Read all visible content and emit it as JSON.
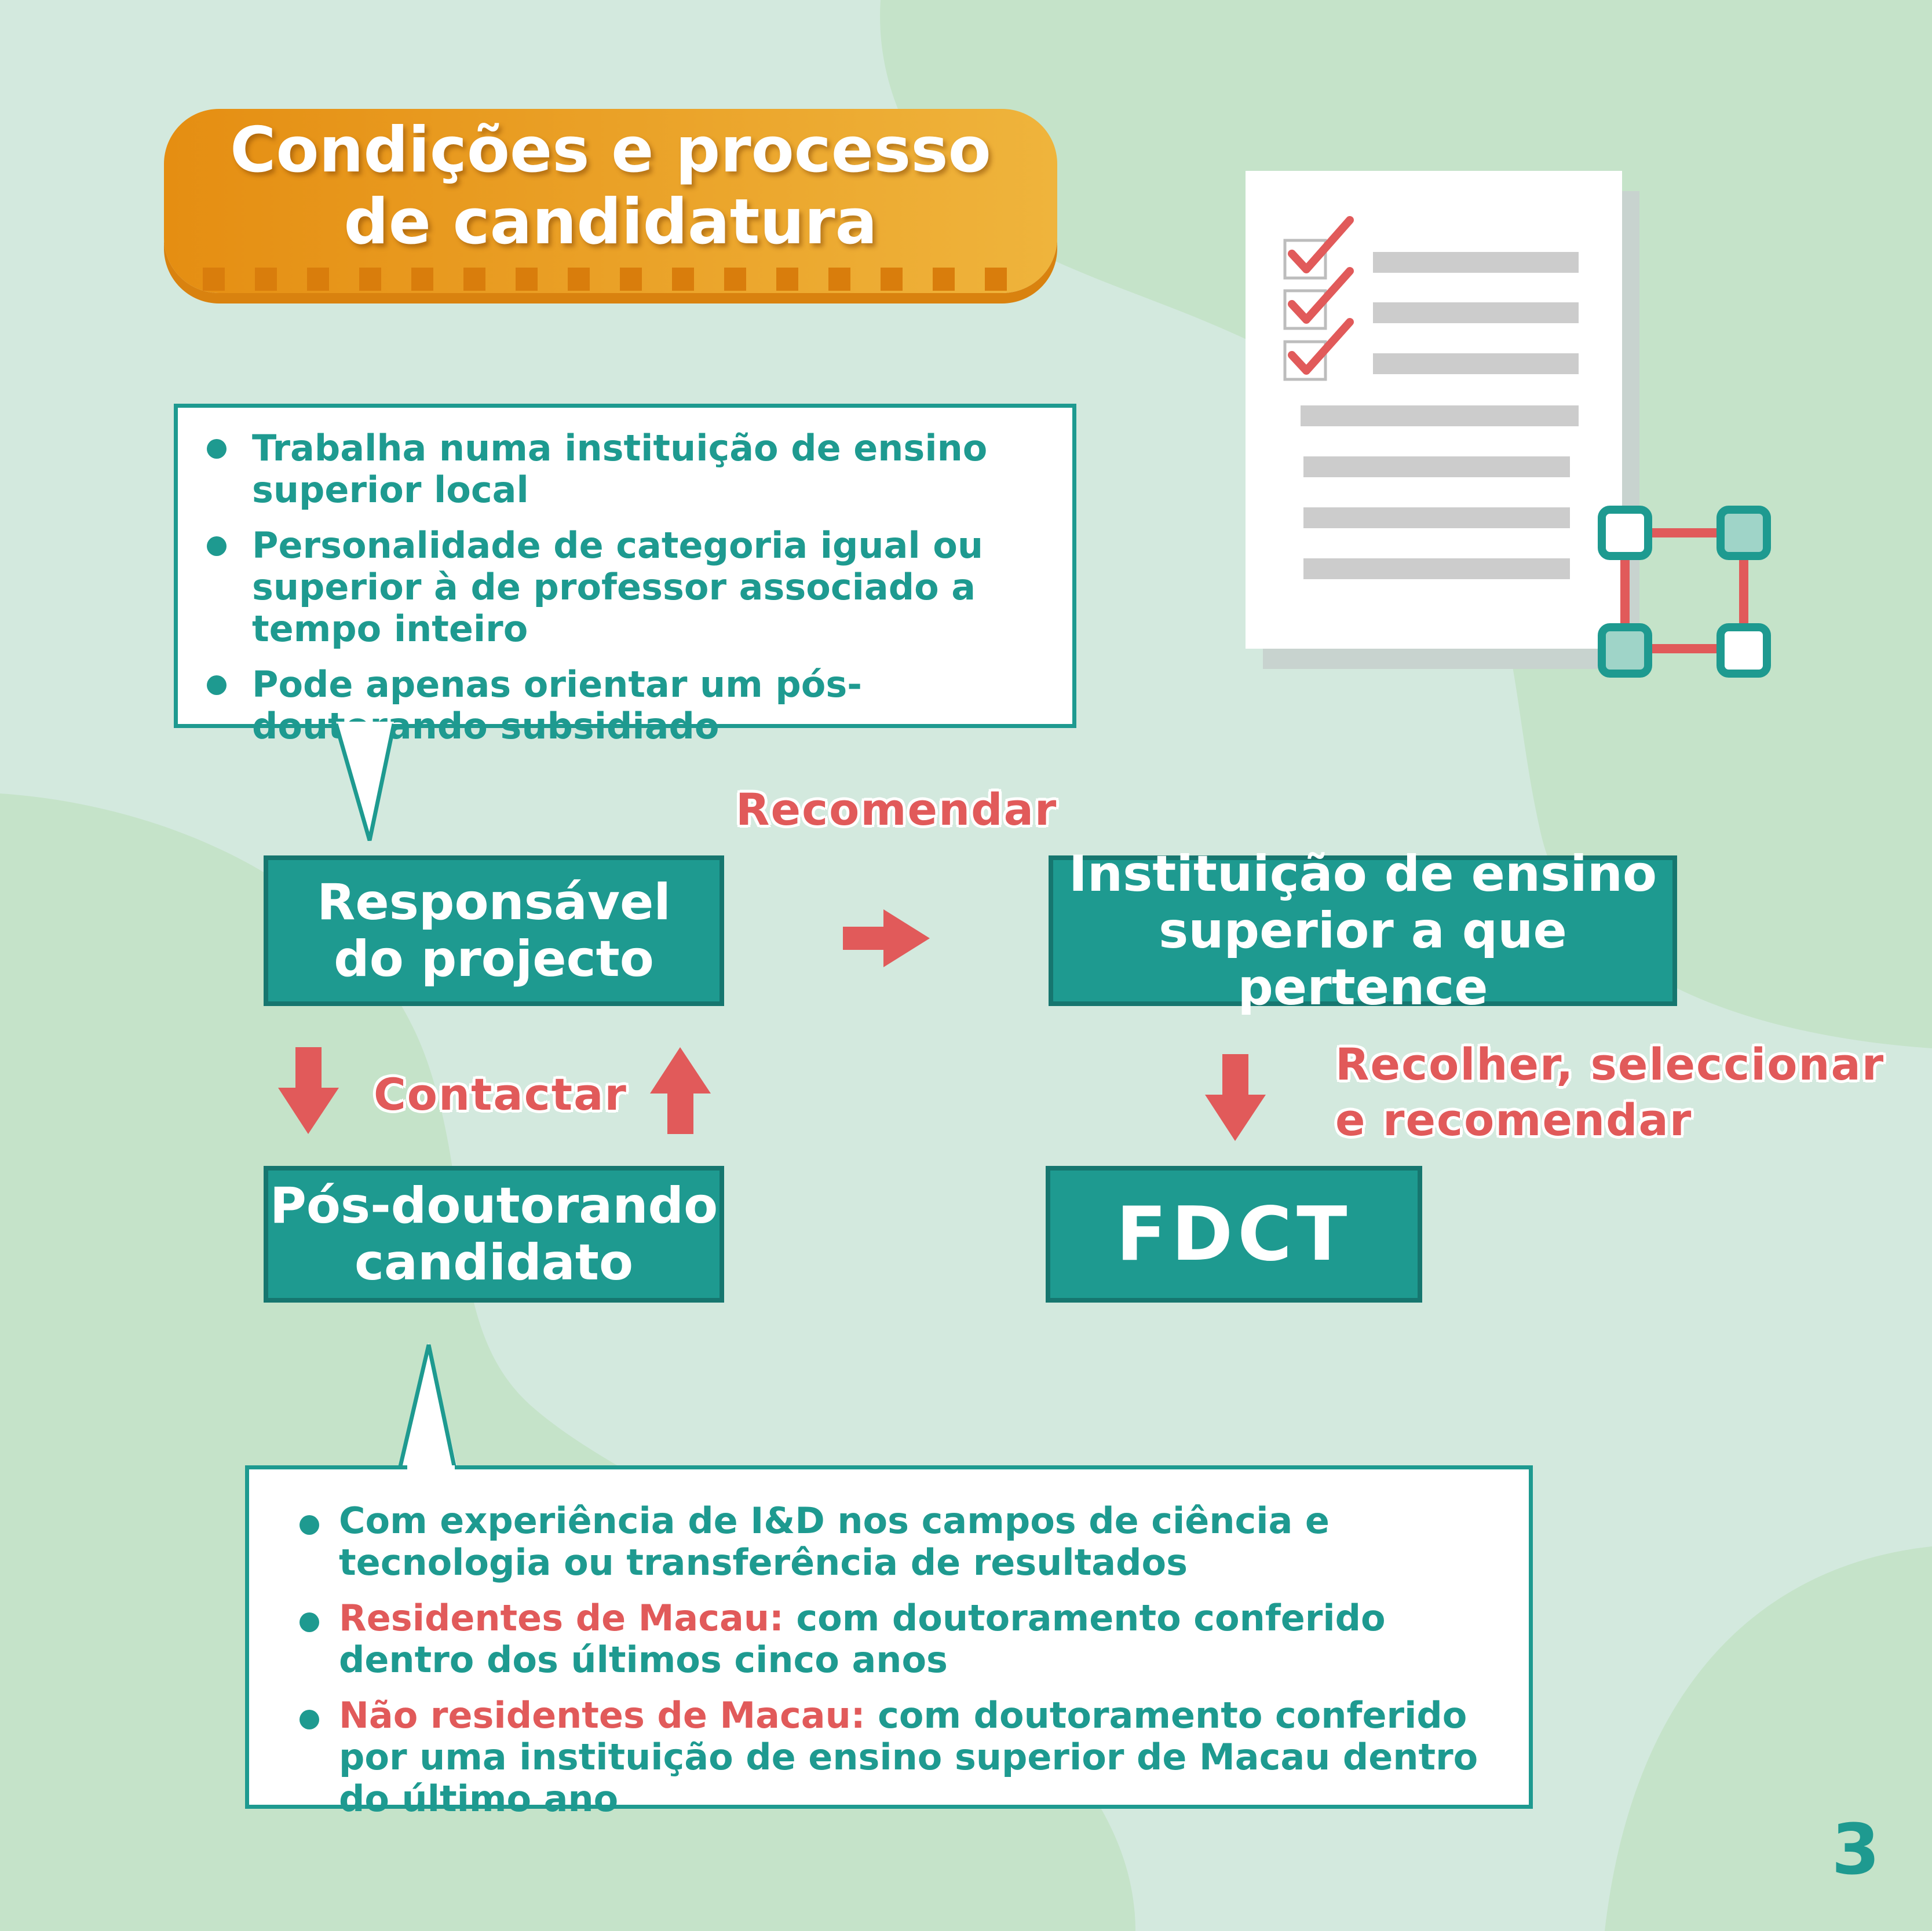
{
  "title": "Condições e processo\nde candidatura",
  "colors": {
    "teal": "#1e9a90",
    "red": "#e15a5a",
    "orange": "#e58e12",
    "background": "#d3e9de"
  },
  "supervisor_requirements": [
    {
      "text": "Trabalha numa instituição de ensino superior local"
    },
    {
      "text": "Personalidade de categoria igual ou superior à de professor associado a tempo inteiro"
    },
    {
      "text": "Pode apenas orientar um pós-doutorando subsidiado"
    }
  ],
  "candidate_requirements": [
    {
      "highlight": "",
      "text": "Com experiência de I&D nos campos de ciência e tecnologia ou transferência de resultados"
    },
    {
      "highlight": "Residentes de Macau:",
      "text": " com doutoramento conferido  dentro dos últimos cinco anos"
    },
    {
      "highlight": "Não residentes de Macau:",
      "text": " com doutoramento conferido por uma instituição de ensino superior de Macau dentro do último ano"
    }
  ],
  "nodes": {
    "project_lead": "Responsável\ndo projecto",
    "institution": "Instituição de ensino\nsuperior a que pertence",
    "candidate": "Pós-doutorando\ncandidato",
    "fdct": "FDCT"
  },
  "edges": {
    "recommend": "Recomendar",
    "contact": "Contactar",
    "collect": "Recolher, seleccionar\ne recomendar"
  },
  "icons": {
    "checklist": "checklist-document-icon",
    "network": "network-nodes-icon"
  },
  "page_number": "3"
}
